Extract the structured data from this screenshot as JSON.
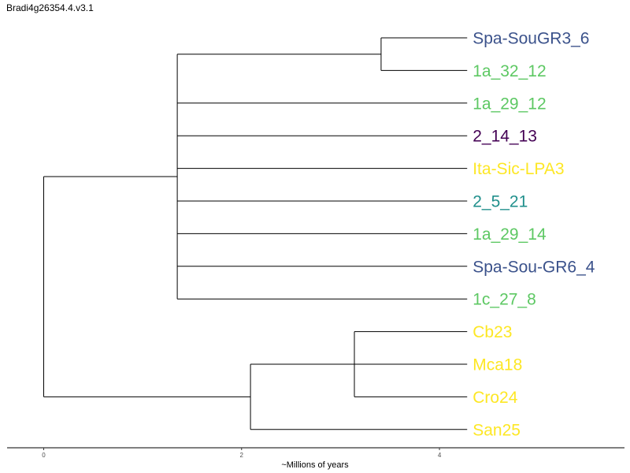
{
  "title": "Bradi4g26354.4.v3.1",
  "x_axis": {
    "label": "~Millions of years",
    "ticks": [
      0,
      2,
      4
    ],
    "range": [
      -0.37,
      5.87
    ]
  },
  "colors": {
    "purple": "#440154",
    "blue": "#3b528b",
    "teal": "#21908c",
    "green": "#5dc863",
    "yellow": "#fde725",
    "line": "#000000"
  },
  "tips": [
    {
      "name": "Spa-SouGR3_6",
      "color": "#3b528b"
    },
    {
      "name": "1a_32_12",
      "color": "#5dc863"
    },
    {
      "name": "1a_29_12",
      "color": "#5dc863"
    },
    {
      "name": "2_14_13",
      "color": "#440154"
    },
    {
      "name": "Ita-Sic-LPA3",
      "color": "#fde725"
    },
    {
      "name": "2_5_21",
      "color": "#21908c"
    },
    {
      "name": "1a_29_14",
      "color": "#5dc863"
    },
    {
      "name": "Spa-Sou-GR6_4",
      "color": "#3b528b"
    },
    {
      "name": "1c_27_8",
      "color": "#5dc863"
    },
    {
      "name": "Cb23",
      "color": "#fde725"
    },
    {
      "name": "Mca18",
      "color": "#fde725"
    },
    {
      "name": "Cro24",
      "color": "#fde725"
    },
    {
      "name": "San25",
      "color": "#fde725"
    }
  ],
  "tree": {
    "x": 0,
    "children": [
      {
        "x": 1.35,
        "children": [
          {
            "x": 3.41,
            "children": [
              {
                "tip": 0
              },
              {
                "tip": 1
              }
            ]
          },
          {
            "tip": 2
          },
          {
            "tip": 3
          },
          {
            "tip": 4
          },
          {
            "tip": 5
          },
          {
            "tip": 6
          },
          {
            "tip": 7
          },
          {
            "tip": 8
          }
        ]
      },
      {
        "x": 2.09,
        "children": [
          {
            "x": 3.14,
            "children": [
              {
                "tip": 9
              },
              {
                "tip": 10
              },
              {
                "tip": 11
              }
            ]
          },
          {
            "tip": 12
          }
        ]
      }
    ]
  },
  "tip_depth": 4.28
}
